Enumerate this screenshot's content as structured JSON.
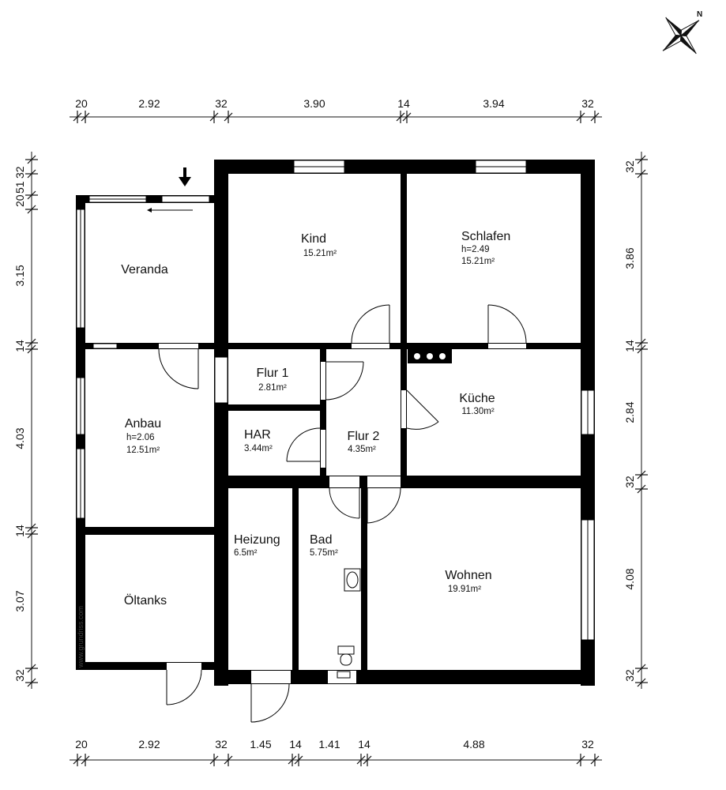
{
  "plan": {
    "watermark": "www.grundriss.com",
    "compass_label": "N",
    "rooms": {
      "kind": {
        "name": "Kind",
        "area": "15.21m²"
      },
      "schlafen": {
        "name": "Schlafen",
        "height": "h=2.49",
        "area": "15.21m²"
      },
      "veranda": {
        "name": "Veranda"
      },
      "flur1": {
        "name": "Flur 1",
        "area": "2.81m²"
      },
      "kueche": {
        "name": "Küche",
        "area": "11.30m²"
      },
      "anbau": {
        "name": "Anbau",
        "height": "h=2.06",
        "area": "12.51m²"
      },
      "har": {
        "name": "HAR",
        "area": "3.44m²"
      },
      "flur2": {
        "name": "Flur 2",
        "area": "4.35m²"
      },
      "heizung": {
        "name": "Heizung",
        "area": "6.5m²"
      },
      "bad": {
        "name": "Bad",
        "area": "5.75m²"
      },
      "wohnen": {
        "name": "Wohnen",
        "area": "19.91m²"
      },
      "oeltanks": {
        "name": "Öltanks"
      }
    },
    "dims": {
      "top": [
        "20",
        "2.92",
        "32",
        "3.90",
        "14",
        "3.94",
        "32"
      ],
      "bottom": [
        "20",
        "2.92",
        "32",
        "1.45",
        "14",
        "1.41",
        "14",
        "4.88",
        "32"
      ],
      "left": [
        "20",
        "51",
        "32",
        "3.15",
        "14",
        "4.03",
        "14",
        "3.07",
        "32"
      ],
      "right": [
        "32",
        "3.86",
        "14",
        "2.84",
        "32",
        "4.08",
        "32"
      ]
    }
  }
}
